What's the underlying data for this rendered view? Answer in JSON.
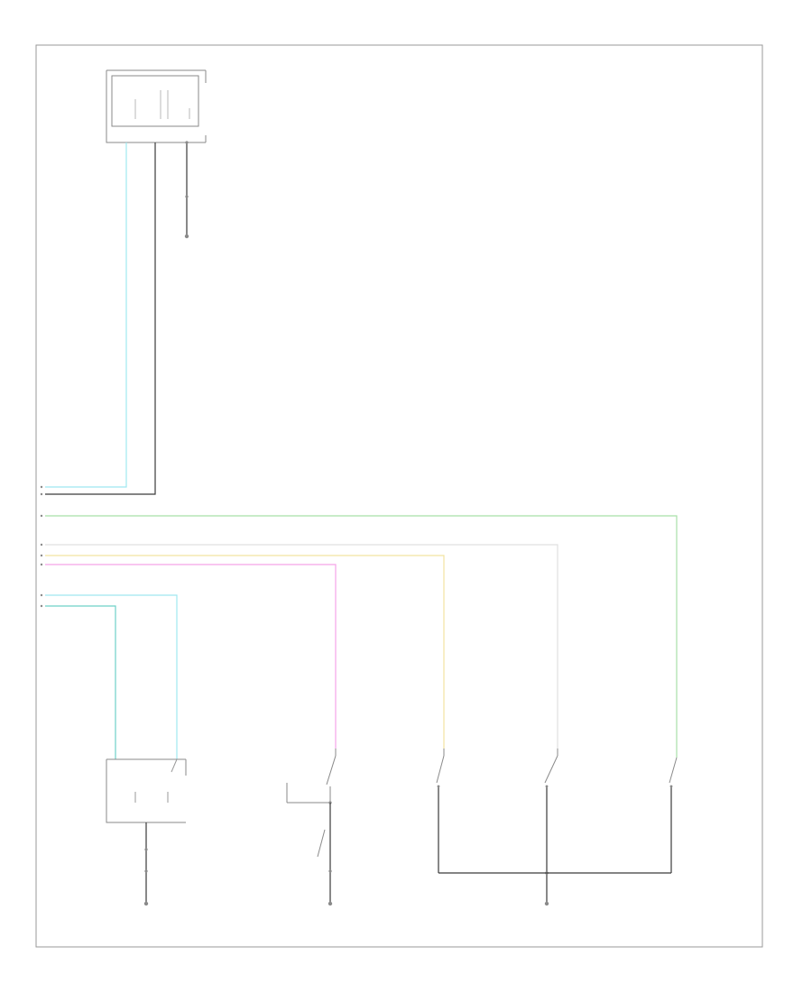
{
  "diagram": {
    "footer_code": "",
    "colors": {
      "frame": "#9a9a9a",
      "black": "#3a3a3a",
      "light_blue": "#9fe8f0",
      "light_green": "#a8e0a8",
      "yellow": "#f2e3a0",
      "pink": "#f5a3e8",
      "teal": "#6ed0c8",
      "white_wire": "#e0e0e0",
      "component": "#8a8a8a"
    },
    "top_module": {
      "label": ""
    },
    "wires": [
      {
        "color": "light_blue",
        "label": ""
      },
      {
        "color": "black",
        "label": ""
      },
      {
        "color": "light_green",
        "label": ""
      },
      {
        "color": "white_wire",
        "label": ""
      },
      {
        "color": "yellow",
        "label": ""
      },
      {
        "color": "pink",
        "label": ""
      },
      {
        "color": "light_blue",
        "label": ""
      },
      {
        "color": "teal",
        "label": ""
      }
    ],
    "components": [
      {
        "name": "lower-left-module",
        "label": ""
      },
      {
        "name": "switch-1",
        "label": ""
      },
      {
        "name": "switch-2",
        "label": ""
      },
      {
        "name": "switch-3",
        "label": ""
      },
      {
        "name": "switch-4",
        "label": ""
      }
    ],
    "grounds": [
      {
        "name": "ground-top",
        "label": ""
      },
      {
        "name": "ground-left",
        "label": ""
      },
      {
        "name": "ground-center",
        "label": ""
      },
      {
        "name": "ground-right",
        "label": ""
      }
    ]
  }
}
